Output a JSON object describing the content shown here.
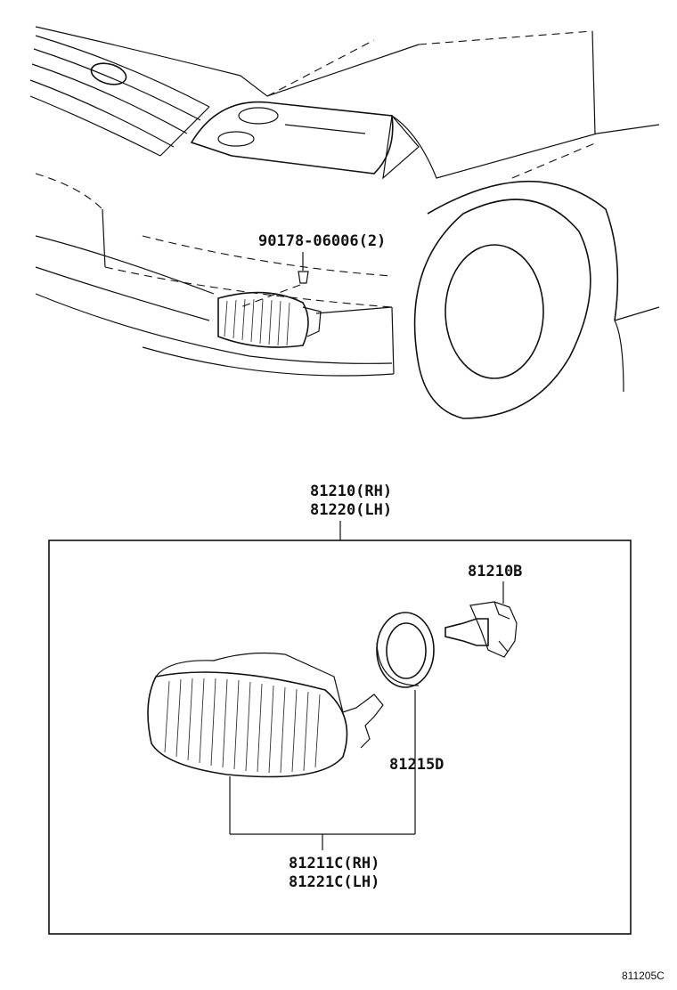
{
  "diagram": {
    "labels": {
      "screw": "90178-06006(2)",
      "assembly_rh": "81210(RH)",
      "assembly_lh": "81220(LH)",
      "bulb": "81210B",
      "seal": "81215D",
      "lens_rh": "81211C(RH)",
      "lens_lh": "81221C(LH)"
    },
    "figure_code": "811205C"
  }
}
